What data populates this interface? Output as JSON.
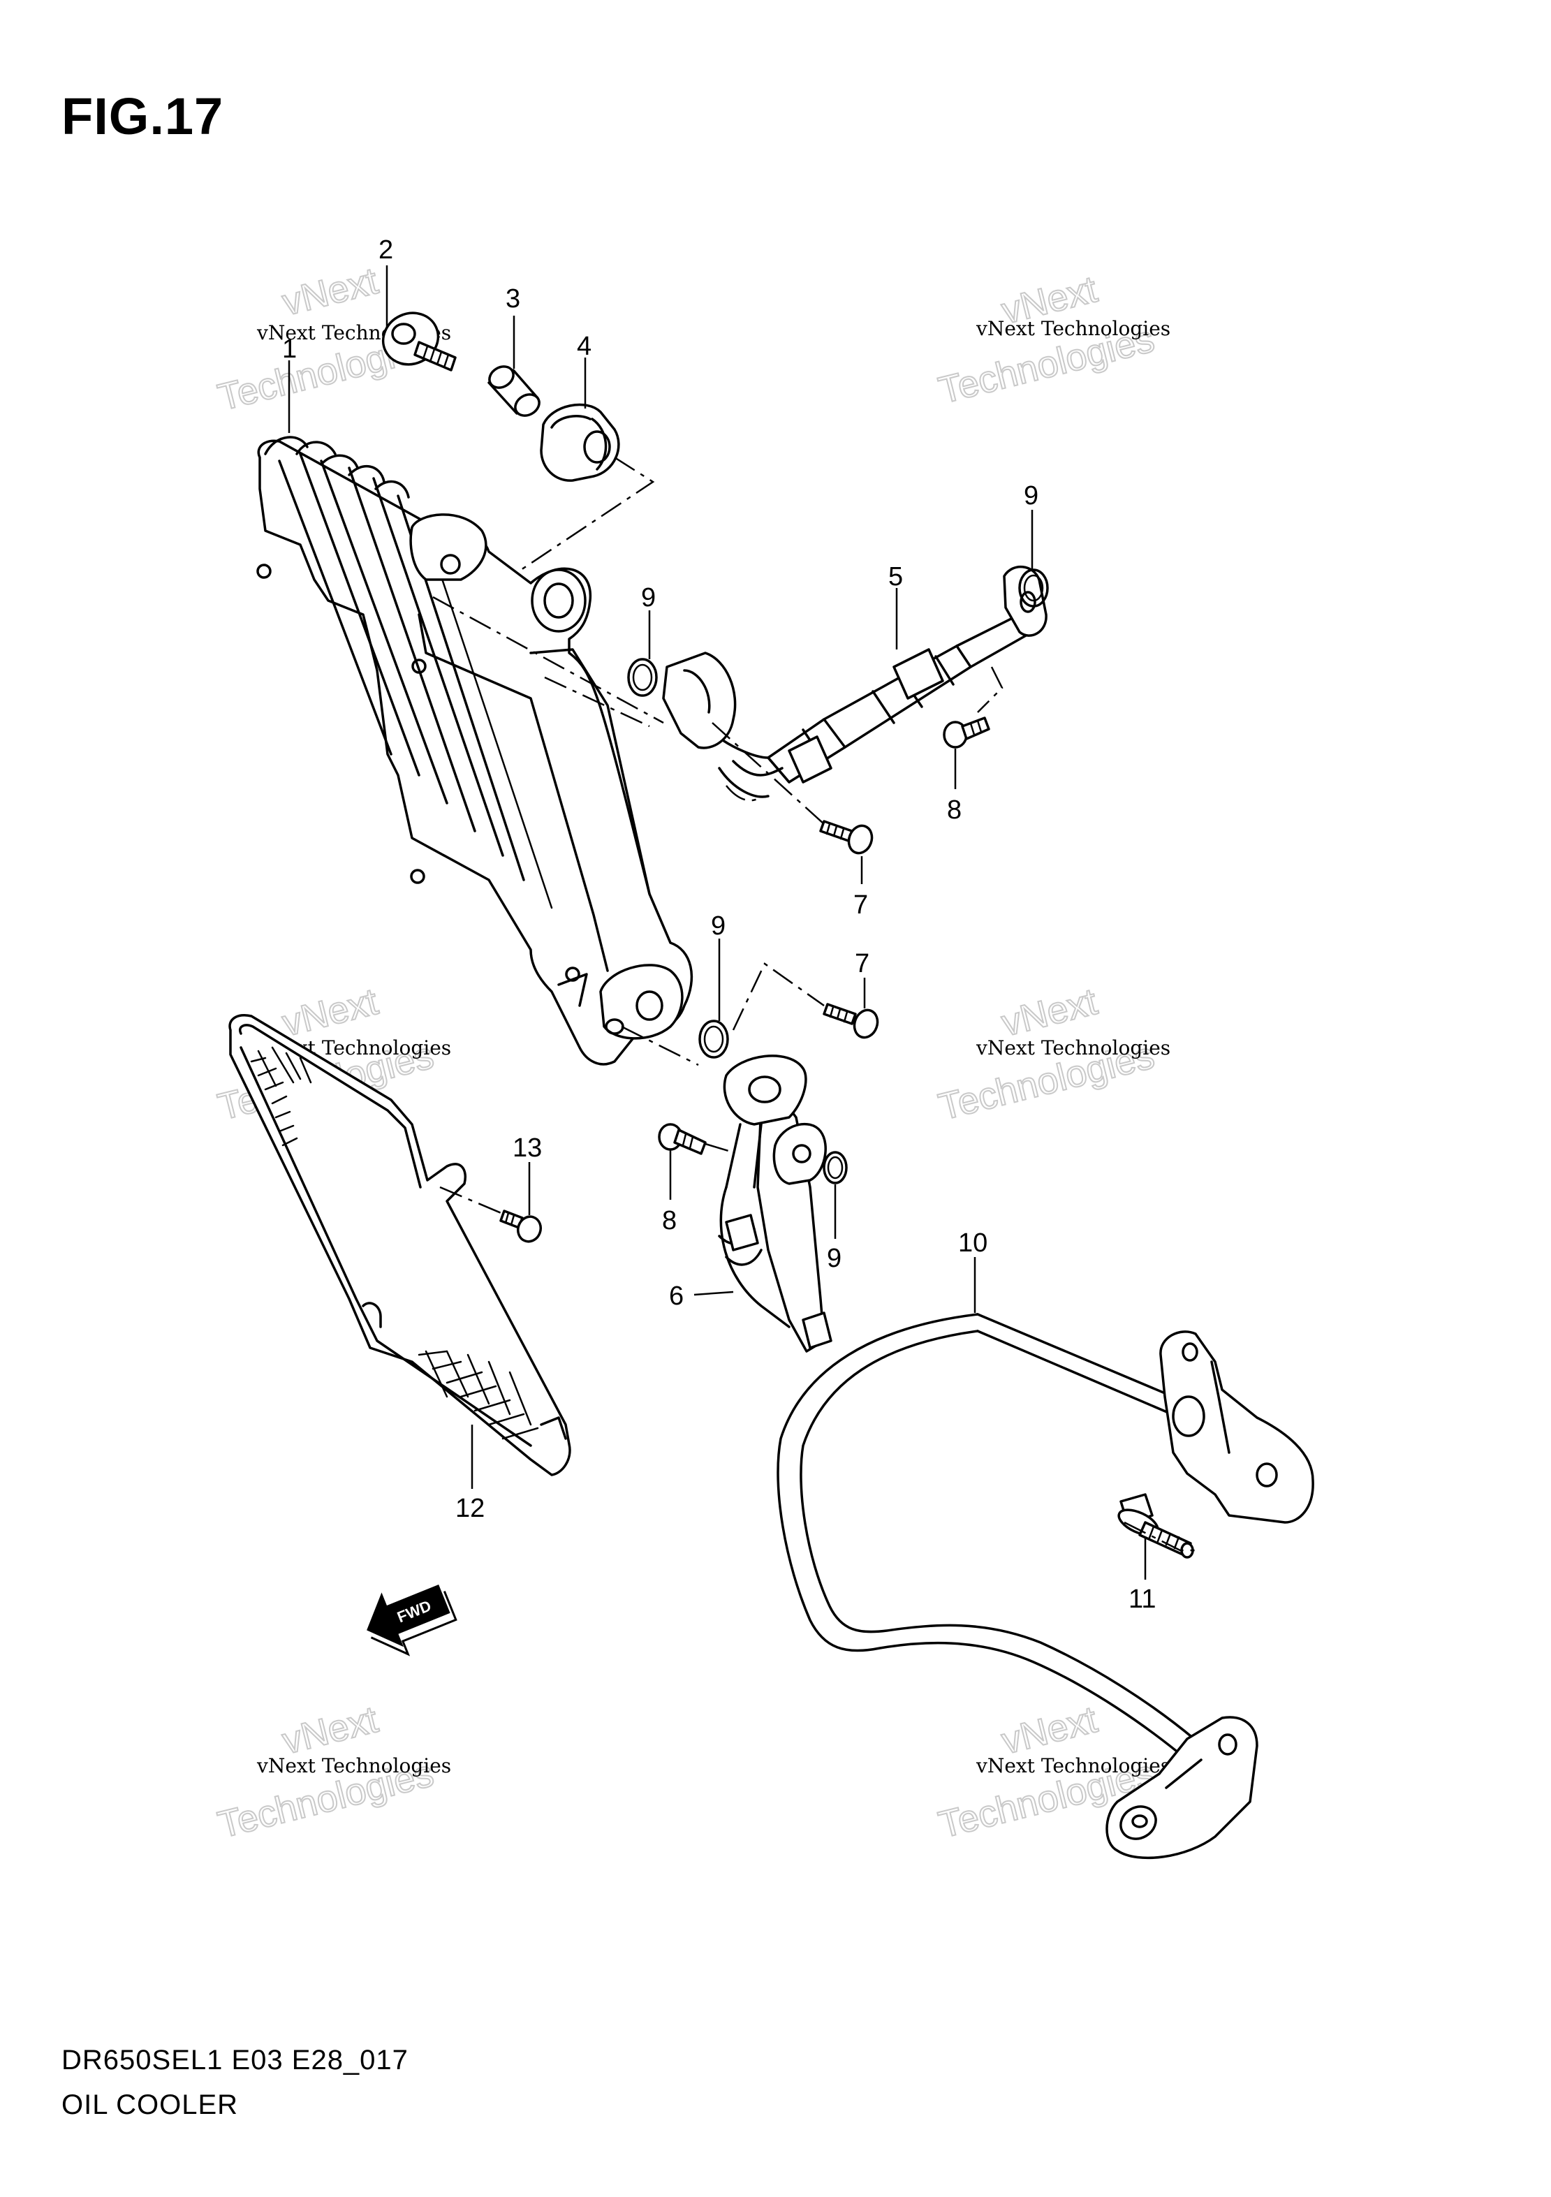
{
  "figure": {
    "title": "FIG.17",
    "model_code": "DR650SEL1 E03 E28_017",
    "section_name": "OIL COOLER"
  },
  "watermark": {
    "line1": "vNext Technologies",
    "line2": "vNext",
    "line3": "Technologies"
  },
  "fwd_arrow_label": "FWD",
  "callouts": [
    {
      "id": "c1",
      "label": "1"
    },
    {
      "id": "c2",
      "label": "2"
    },
    {
      "id": "c3",
      "label": "3"
    },
    {
      "id": "c4",
      "label": "4"
    },
    {
      "id": "c5",
      "label": "5"
    },
    {
      "id": "c6",
      "label": "6"
    },
    {
      "id": "c7a",
      "label": "7"
    },
    {
      "id": "c7b",
      "label": "7"
    },
    {
      "id": "c8a",
      "label": "8"
    },
    {
      "id": "c8b",
      "label": "8"
    },
    {
      "id": "c9a",
      "label": "9"
    },
    {
      "id": "c9b",
      "label": "9"
    },
    {
      "id": "c9c",
      "label": "9"
    },
    {
      "id": "c9d",
      "label": "9"
    },
    {
      "id": "c10",
      "label": "10"
    },
    {
      "id": "c11",
      "label": "11"
    },
    {
      "id": "c12",
      "label": "12"
    },
    {
      "id": "c13",
      "label": "13"
    }
  ]
}
